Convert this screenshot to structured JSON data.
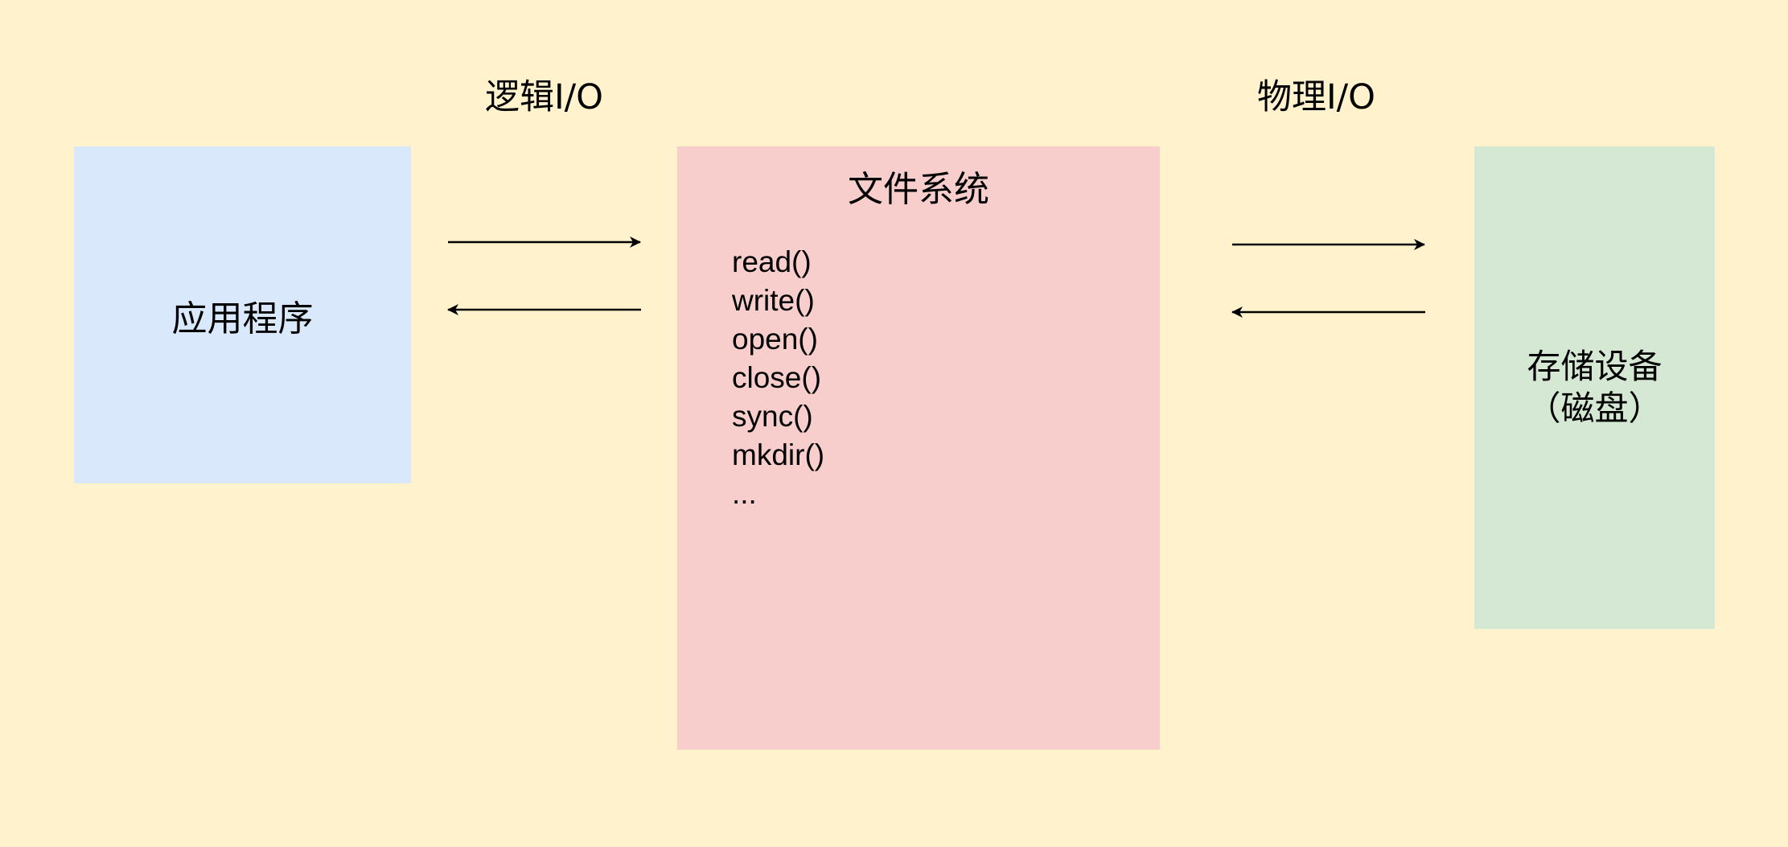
{
  "diagram": {
    "labels": {
      "logical_io": "逻辑I/O",
      "physical_io": "物理I/O"
    },
    "application": {
      "title": "应用程序"
    },
    "file_system": {
      "title": "文件系统",
      "functions": [
        "read()",
        "write()",
        "open()",
        "close()",
        "sync()",
        "mkdir()",
        "..."
      ]
    },
    "storage": {
      "title": "存储设备",
      "subtitle": "（磁盘）"
    },
    "colors": {
      "background": "#fff2cc",
      "application": "#dae8fc",
      "file_system": "#f8cecc",
      "storage": "#d5e8d4",
      "arrow": "#000000"
    }
  }
}
